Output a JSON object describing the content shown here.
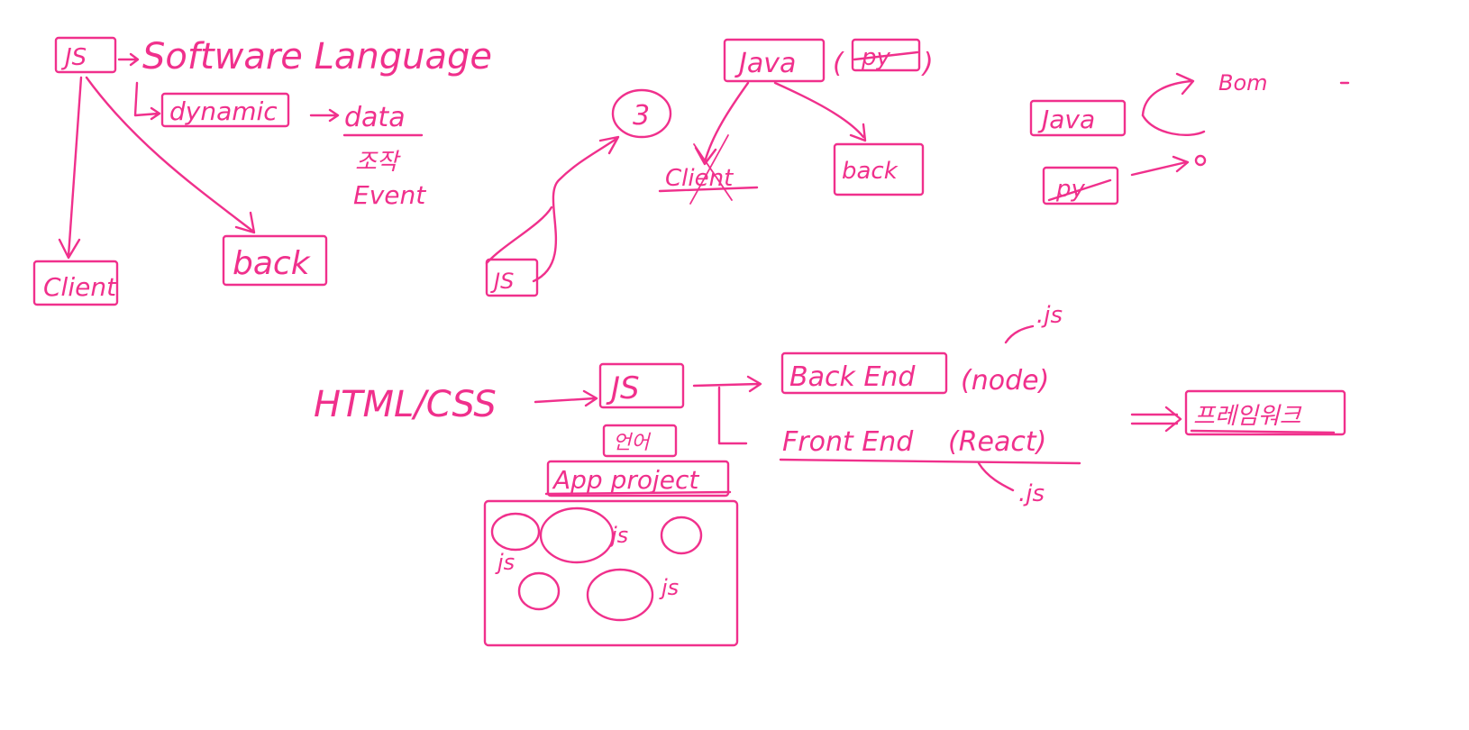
{
  "colors": {
    "ink": "#f0308c",
    "background": "#ffffff"
  },
  "section_js": {
    "js": "JS",
    "arrow_label": "Software Language",
    "dynamic": "dynamic",
    "data": "data",
    "korean_note": "조작",
    "event": "Event",
    "client": "Client",
    "back": "back"
  },
  "section_middle": {
    "three": "3",
    "js": "JS"
  },
  "section_java": {
    "java": "Java",
    "py": "py",
    "client": "Client",
    "back": "back"
  },
  "section_right": {
    "java": "Java",
    "py": "py",
    "bom": "Bom"
  },
  "section_bottom": {
    "html_css": "HTML/CSS",
    "js": "JS",
    "korean_lang": "언어",
    "app_project": "App project",
    "module_js": "js",
    "back_end": "Back End",
    "node": "(node)",
    "front_end": "Front End",
    "react": "(React)",
    "dot_js": ".js",
    "framework": "프레임워크"
  }
}
